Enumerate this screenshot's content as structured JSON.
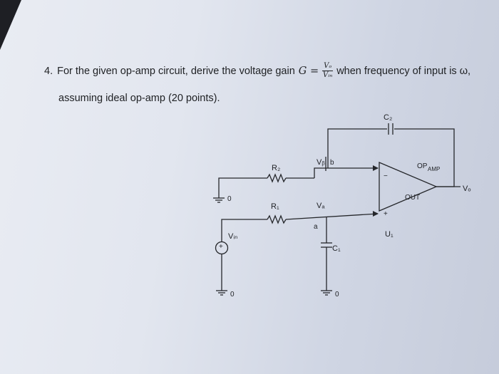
{
  "question": {
    "number": "4.",
    "text_part1": "For the given op-amp circuit, derive the voltage gain",
    "gain_symbol": "G =",
    "gain_numerator": "Vₒ",
    "gain_denominator": "Vᵢₙ",
    "text_part2": "when frequency of input is ω,",
    "text_line2": "assuming ideal op-amp (20 points)."
  },
  "circuit": {
    "labels": {
      "c2": "C₂",
      "r2": "R₂",
      "vb": "Vᵦ",
      "b": "b",
      "op_amp": "OP",
      "op_amp_sub": "AMP",
      "out": "OUT",
      "vo": "Vₒ",
      "gnd_top": "0",
      "r1": "R₁",
      "va": "Vₐ",
      "a": "a",
      "plus": "+",
      "minus": "−",
      "u1": "U₁",
      "vin": "Vᵢₙ",
      "source_plus": "+",
      "c1": "C₁",
      "gnd_left": "0",
      "gnd_cap": "0"
    }
  }
}
